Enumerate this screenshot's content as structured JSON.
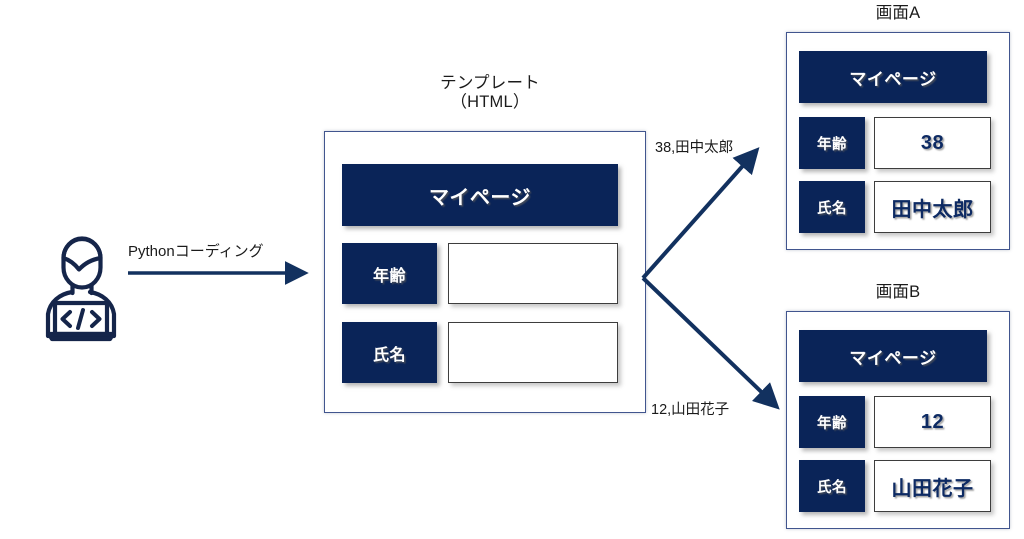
{
  "diagram": {
    "actor": {
      "name": "developer-icon",
      "laptop_glyph": "</>"
    },
    "flow_arrow": {
      "label": "Pythonコーディング"
    },
    "template": {
      "caption": "テンプレート\n（HTML）",
      "header": "マイページ",
      "rows": [
        {
          "label": "年齢",
          "value": ""
        },
        {
          "label": "氏名",
          "value": ""
        }
      ]
    },
    "branch_arrows": [
      {
        "label": "38,田中太郎",
        "target": "画面A"
      },
      {
        "label": "12,山田花子",
        "target": "画面B"
      }
    ],
    "screens": [
      {
        "caption": "画面A",
        "header": "マイページ",
        "rows": [
          {
            "label": "年齢",
            "value": "38"
          },
          {
            "label": "氏名",
            "value": "田中太郎"
          }
        ]
      },
      {
        "caption": "画面B",
        "header": "マイページ",
        "rows": [
          {
            "label": "年齢",
            "value": "12"
          },
          {
            "label": "氏名",
            "value": "山田花子"
          }
        ]
      }
    ],
    "colors": {
      "navy_fill": "#0a2458",
      "panel_border": "#41558e",
      "arrow": "#12315f",
      "value_text": "#0d2a63",
      "field_border": "#3d3d3d",
      "background": "#ffffff"
    }
  }
}
